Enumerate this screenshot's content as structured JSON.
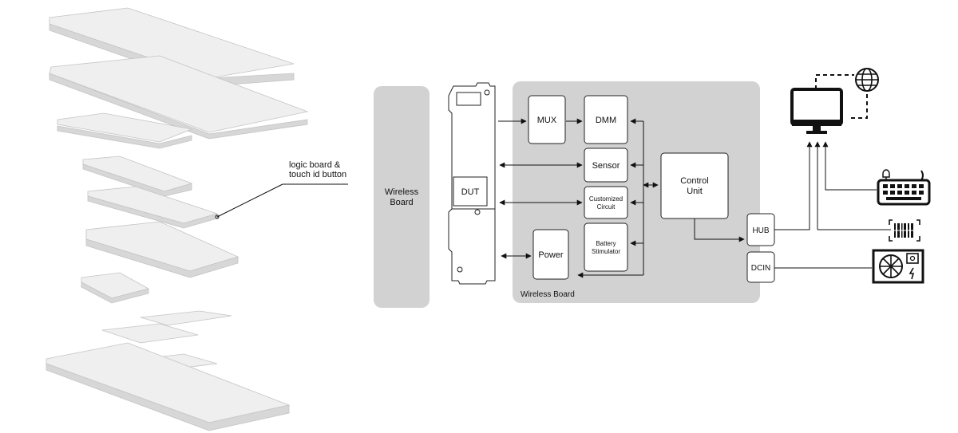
{
  "callout": {
    "line1": "logic board &",
    "line2": "touch id button"
  },
  "wireless_board_left": {
    "line1": "Wireless",
    "line2": "Board"
  },
  "dut": "DUT",
  "panel_caption": "Wireless Board",
  "blocks": {
    "mux": "MUX",
    "dmm": "DMM",
    "sensor": "Sensor",
    "customized_1": "Customized",
    "customized_2": "Circuit",
    "battery_1": "Battery",
    "battery_2": "Stimulator",
    "power": "Power",
    "control_1": "Control",
    "control_2": "Unit",
    "hub": "HUB",
    "dcin": "DCIN"
  },
  "icons": {
    "monitor": "monitor-icon",
    "globe": "globe-icon",
    "keyboard": "keyboard-icon",
    "barcode": "barcode-scanner-icon",
    "psu": "power-supply-icon"
  }
}
